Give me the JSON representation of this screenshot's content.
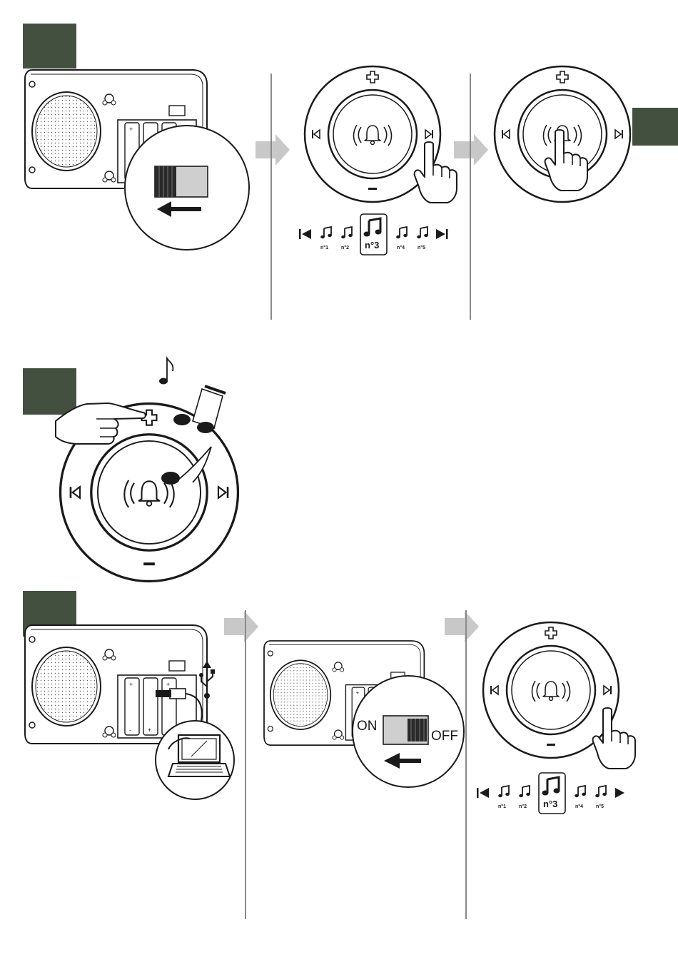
{
  "colors": {
    "step_box": "#43503f",
    "arrow": "#c8c8c8",
    "line": "#1a1a1a",
    "divider": "#8a8a8a"
  },
  "melody_row": {
    "labels": [
      "n°1",
      "n°2",
      "n°3",
      "n°4",
      "n°5"
    ],
    "selected_label": "n°3",
    "prev_icon": "skip-back-icon",
    "next_icon": "skip-forward-icon"
  },
  "switch": {
    "on_label": "ON",
    "off_label": "OFF"
  },
  "icons": {
    "usb": "usb-icon",
    "laptop": "laptop-icon",
    "bell": "bell-icon",
    "note": "music-note-icon",
    "hand": "hand-pointer-icon"
  }
}
